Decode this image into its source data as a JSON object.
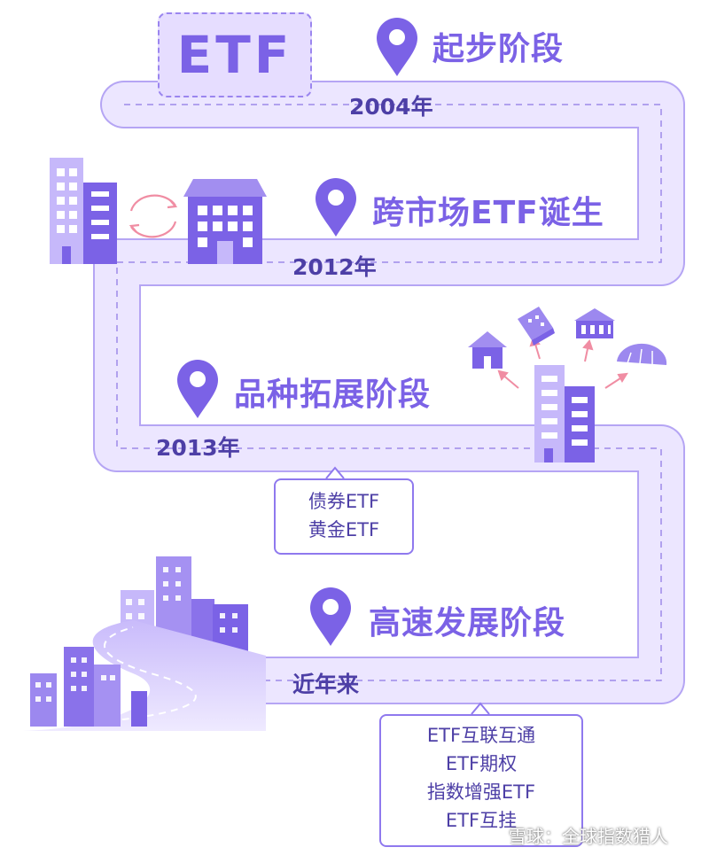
{
  "badge": {
    "text": "ETF"
  },
  "stages": [
    {
      "title": "起步阶段",
      "year": "2004年"
    },
    {
      "title": "跨市场ETF诞生",
      "year": "2012年"
    },
    {
      "title": "品种拓展阶段",
      "year": "2013年"
    },
    {
      "title": "高速发展阶段",
      "year": "近年来"
    }
  ],
  "callouts": {
    "expansion": [
      "债券ETF",
      "黄金ETF"
    ],
    "recent": [
      "ETF互联互通",
      "ETF期权",
      "指数增强ETF",
      "ETF互挂"
    ]
  },
  "watermark": "雪球：全球指数猎人",
  "colors": {
    "road": "#ece6ff",
    "road_border": "#b5a5f4",
    "accent": "#7b62e6",
    "building": "#8a72ea",
    "arrow": "#f08da3"
  },
  "icons": [
    "location-pin-icon",
    "office-building-icon",
    "exchange-building-icon",
    "cycle-arrows-icon",
    "house-icon",
    "city-skyline-icon"
  ]
}
